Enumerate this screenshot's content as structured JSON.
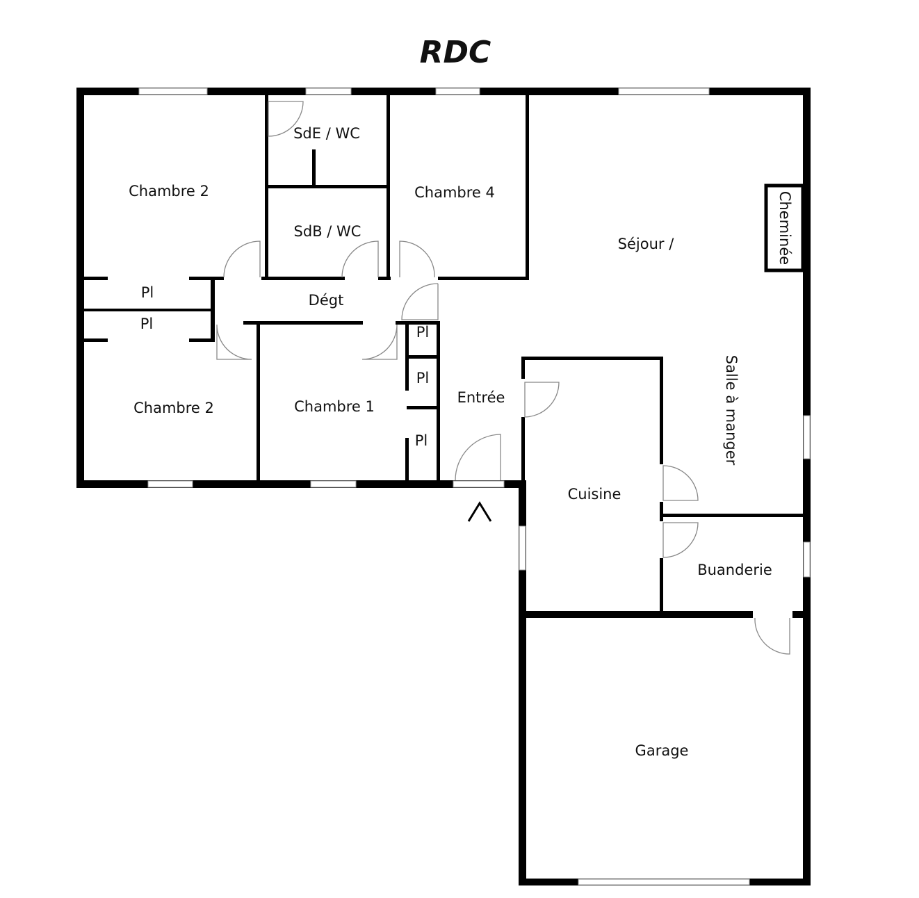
{
  "title": "RDC",
  "rooms": {
    "chambre2_top": "Chambre 2",
    "sde_wc": "SdE / WC",
    "sdb_wc": "SdB / WC",
    "chambre4": "Chambre 4",
    "sejour": "Séjour /",
    "cheminee": "Cheminée",
    "pl1": "Pl",
    "pl2": "Pl",
    "degt": "Dégt",
    "chambre2_bottom": "Chambre 2",
    "chambre1": "Chambre 1",
    "pl3": "Pl",
    "pl4": "Pl",
    "pl5": "Pl",
    "entree": "Entrée",
    "salle_a_manger": "Salle à manger",
    "cuisine": "Cuisine",
    "buanderie": "Buanderie",
    "garage": "Garage"
  }
}
